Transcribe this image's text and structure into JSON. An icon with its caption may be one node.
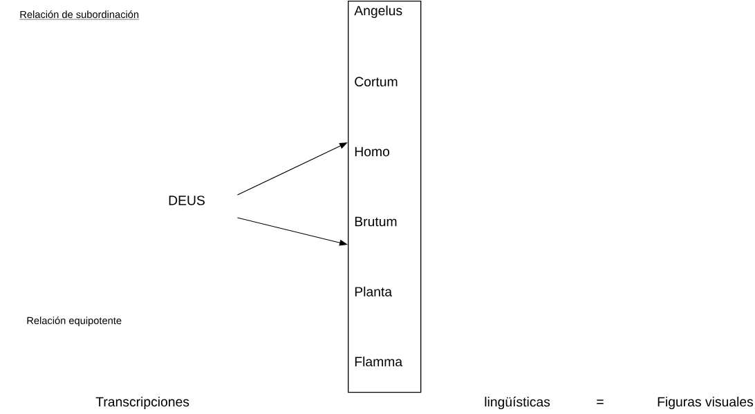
{
  "diagram": {
    "title": "Relación de subordinación",
    "nodes": [
      {
        "text": [
          "DEUS"
        ]
      },
      {
        "text": [
          "Angelus",
          "Cortum",
          "Homo",
          "Brutum",
          "Planta",
          "Flamma"
        ]
      }
    ],
    "edges": [
      {
        "from": 0,
        "to": 1,
        "arrow": "to"
      },
      {
        "from": 0,
        "to": 1,
        "arrow": "to"
      }
    ],
    "labels": [
      "Relación equipotente",
      "Transcripciones",
      "lingüísticas",
      "=",
      "Figuras visuales"
    ]
  }
}
